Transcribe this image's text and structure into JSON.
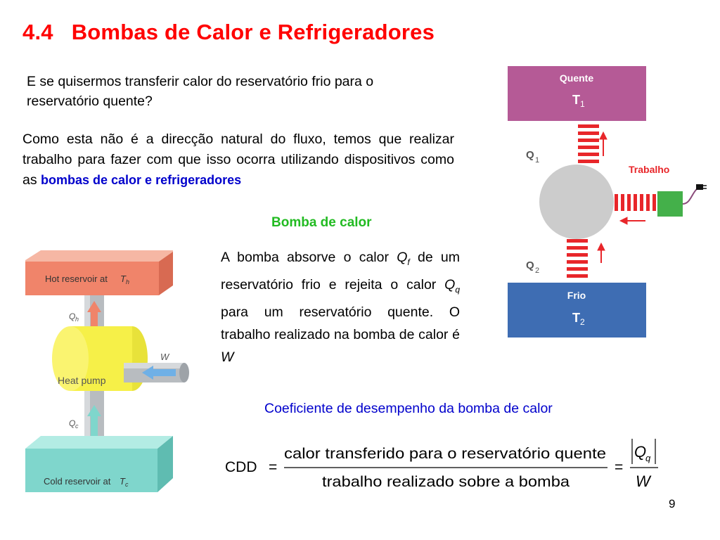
{
  "title": {
    "number": "4.4",
    "text": "Bombas de Calor e Refrigeradores"
  },
  "intro": "E se quisermos transferir calor do reservatório frio para o reservatório quente?",
  "paragraph2": {
    "text": "Como esta não é a direcção natural do fluxo, temos que realizar trabalho para fazer com que isso ocorra utilizando dispositivos como as ",
    "highlight": "bombas de calor e refrigeradores"
  },
  "subheading": "Bomba de calor",
  "paragraph3": {
    "p1": "A bomba absorve o calor ",
    "qf": "Q",
    "qf_sub": "f",
    "p2": " de um reservatório frio e rejeita o calor ",
    "qq": "Q",
    "qq_sub": "q",
    "p3": " para um reservatório quente. O trabalho realizado na bomba de calor é ",
    "w": "W"
  },
  "coefficient_heading": "Coeficiente de desempenho da bomba de calor",
  "formula": {
    "lhs": "CDD",
    "eq": "=",
    "numerator": "calor transferido para o reservatório quente",
    "denominator": "trabalho realizado sobre a bomba",
    "q": "Q",
    "q_sub": "q",
    "w": "W"
  },
  "diagram_right": {
    "hot_label": "Quente",
    "hot_t": "T",
    "hot_t_sub": "1",
    "q1": "Q",
    "q1_sub": "1",
    "work": "Trabalho",
    "q2": "Q",
    "q2_sub": "2",
    "cold_label": "Frio",
    "cold_t": "T",
    "cold_t_sub": "2",
    "colors": {
      "hot": "#b55a96",
      "cold": "#3e6db3",
      "pump": "#cccccc",
      "bars": "#e8262a",
      "work_box": "#44b04a"
    }
  },
  "diagram_left": {
    "hot": "Hot reservoir at ",
    "hot_t": "T",
    "hot_t_sub": "h",
    "qh": "Q",
    "qh_sub": "h",
    "pump": "Heat pump",
    "w": "W",
    "qc": "Q",
    "qc_sub": "c",
    "cold": "Cold reservoir at ",
    "cold_t": "T",
    "cold_t_sub": "c",
    "colors": {
      "hot": "#f0846a",
      "cold": "#7fd6cc",
      "pump": "#f6f048"
    }
  },
  "page_number": "9"
}
